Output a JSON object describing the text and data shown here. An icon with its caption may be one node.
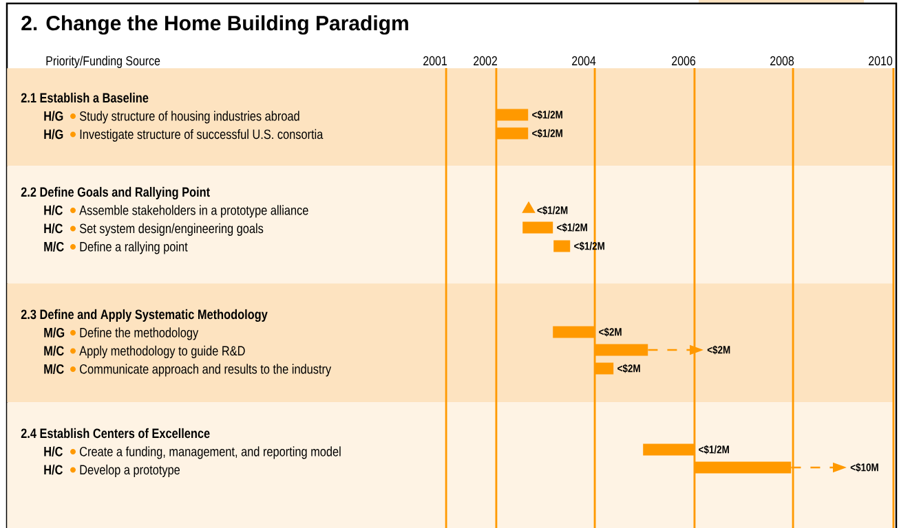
{
  "diagram": {
    "title": "2. Change the Home Building Paradigm",
    "nodes": [
      {
        "text": [
          "2.1 Establish a Baseline",
          "H/G",
          "Study structure of housing industries abroad",
          "H/G",
          "Investigate structure of successful U.S. consortia"
        ]
      },
      {
        "text": [],
        "shape": "bar",
        "in": 0,
        "beside": [
          "<$1/2M"
        ]
      },
      {
        "text": [],
        "shape": "bar",
        "in": 0,
        "beside": [
          "<$1/2M"
        ]
      },
      {
        "text": [
          "2.2 Define Goals and Rallying Point",
          "H/C",
          "Assemble stakeholders in a prototype alliance",
          "H/C",
          "Set system design/engineering goals",
          "M/C",
          "Define a rallying point"
        ]
      },
      {
        "text": [],
        "shape": "triangle",
        "in": 3,
        "beside": [
          "<$1/2M"
        ]
      },
      {
        "text": [],
        "shape": "bar",
        "in": 3,
        "beside": [
          "<$1/2M"
        ]
      },
      {
        "text": [],
        "shape": "bar",
        "in": 3,
        "beside": [
          "<$1/2M"
        ]
      },
      {
        "text": [
          "2.3 Define and Apply Systematic Methodology",
          "M/G",
          "Define the methodology",
          "M/C",
          "Apply methodology to guide R&D",
          "M/C",
          "Communicate approach and results to the industry"
        ]
      },
      {
        "text": [],
        "shape": "bar",
        "in": 7,
        "beside": [
          "<$2M"
        ]
      },
      {
        "text": [],
        "shape": "bar",
        "in": 7
      },
      {
        "text": [],
        "shape": "bar",
        "in": 7,
        "beside": [
          "<$2M"
        ]
      },
      {
        "text": [
          "2.4 Establish Centers of Excellence",
          "H/C",
          "Create a funding, management, and reporting model",
          "H/C",
          "Develop a prototype"
        ]
      },
      {
        "text": [],
        "shape": "bar",
        "in": 11,
        "beside": [
          "<$1/2M"
        ]
      },
      {
        "text": [],
        "shape": "bar",
        "in": 11
      }
    ],
    "edges": [
      {
        "from": 9,
        "to": null,
        "arrow": "to",
        "style": "dashed",
        "label": "<$2M"
      },
      {
        "from": 13,
        "to": null,
        "arrow": "to",
        "style": "dashed",
        "label": "<$10M"
      }
    ],
    "labels": [
      "Priority/Funding Source",
      "2001",
      "2002",
      "2004",
      "2006",
      "2008",
      "2010"
    ]
  }
}
